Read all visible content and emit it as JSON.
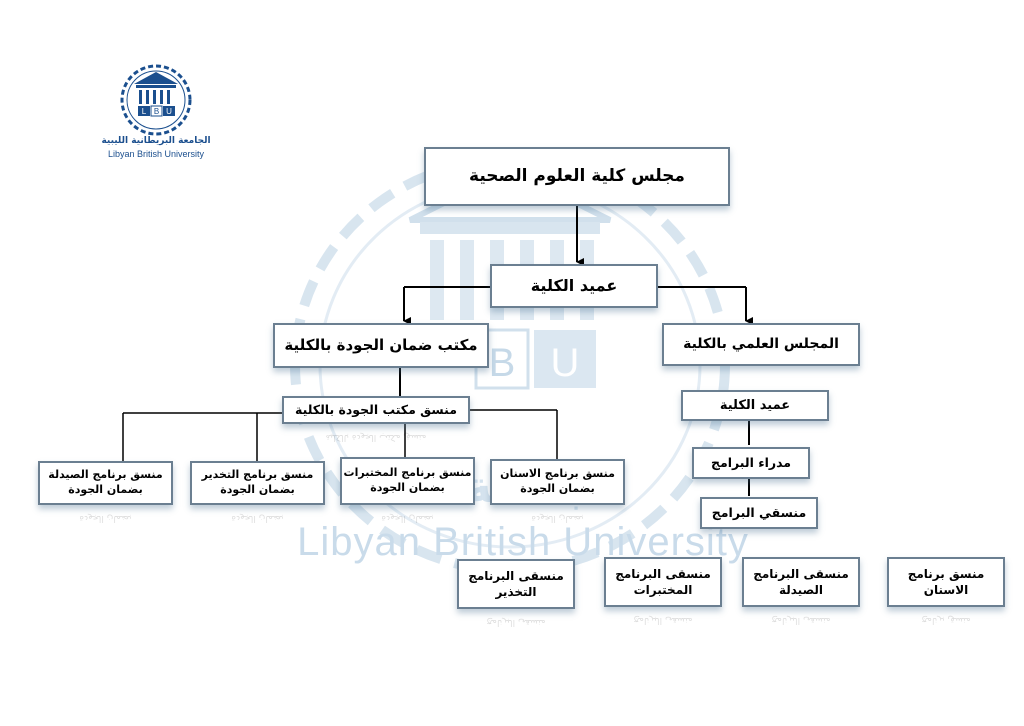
{
  "logo": {
    "letters": [
      "L",
      "B",
      "U"
    ],
    "name_ar": "الجامعة البريطانية الليبية",
    "name_en": "Libyan British University"
  },
  "watermark": {
    "letters": [
      "B",
      "U"
    ],
    "text_en": "Libyan British University",
    "text_ar": "الجامعة"
  },
  "chart": {
    "council": "مجلس كلية العلوم الصحية",
    "dean": "عميد الكلية",
    "quality_office": "مكتب ضمان الجودة بالكلية",
    "scientific_council": "المجلس العلمي بالكلية",
    "quality_office_coordinator": "منسق مكتب الجودة بالكلية",
    "quality_coordinators": [
      {
        "line1": "منسق برنامج  الاسنان",
        "line2": "بضمان الجودة"
      },
      {
        "line1": "منسق برنامج المختبرات",
        "line2": "بضمان الجودة"
      },
      {
        "line1": "منسق برنامج التخدير",
        "line2": "بضمان الجودة"
      },
      {
        "line1": "منسق برنامج الصيدلة",
        "line2": "بضمان الجودة"
      }
    ],
    "scientific_dean": "عميد الكلية",
    "program_directors": "مدراء البرامج",
    "program_coordinators": "منسقي البرامج",
    "program_coordinator_boxes": [
      {
        "line1": "منسق برنامج",
        "line2": "الاسنان"
      },
      {
        "line1": "منسقى البرنامج",
        "line2": "الصيدلة"
      },
      {
        "line1": "منسقى البرنامج",
        "line2": "المختبرات"
      },
      {
        "line1": "منسقى البرنامج",
        "line2": "التخذير"
      }
    ]
  },
  "colors": {
    "box_border": "#6b7f91",
    "connector": "#000000",
    "logo_blue": "#1b4f8e",
    "watermark_blue": "#c9dbea"
  }
}
